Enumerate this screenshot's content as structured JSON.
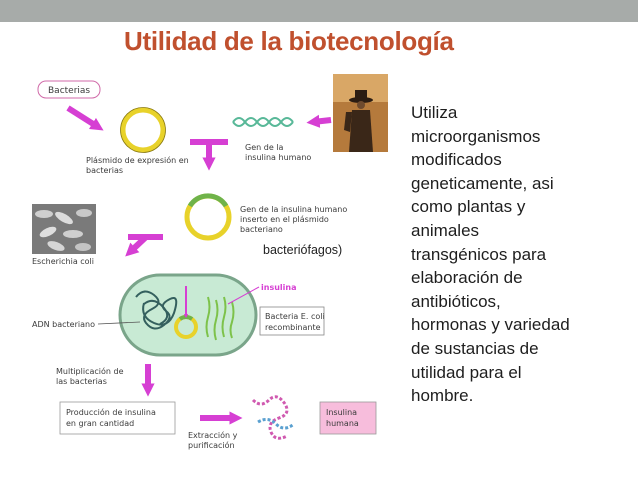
{
  "slide": {
    "title": "Utilidad de la biotecnología",
    "body_lines": [
      "Utiliza",
      "microorganismos",
      "modificados",
      "geneticamente,  asi",
      "como plantas y",
      "animales",
      "transgénicos para",
      "elaboración de",
      "antibióticos,",
      "hormonas y variedad",
      "de sustancias de",
      "utilidad para el",
      "hombre."
    ],
    "overlay_label": "bacteriófagos)"
  },
  "diagram": {
    "bacterias": "Bacterias",
    "plasmid_label": [
      "Plásmido de expresión en",
      "bacterias"
    ],
    "gene_label": [
      "Gen de la",
      "insulina humano"
    ],
    "inserted_label": [
      "Gen de la insulina humano",
      "inserto en el plásmido",
      "bacteriano"
    ],
    "ecoli_label": "Escherichia coli",
    "insulina": "insulina",
    "adn_label": "ADN bacteriano",
    "recombinant_label": [
      "Bacteria E. coli",
      "recombinante"
    ],
    "multiplicacion_label": [
      "Multiplicación de",
      "las bacterias"
    ],
    "produccion_label": [
      "Producción de insulina",
      "en gran cantidad"
    ],
    "extraccion_label": [
      "Extracción y",
      "purificación"
    ],
    "insulina_humana_label": [
      "Insulina",
      "humana"
    ]
  },
  "colors": {
    "title": "#c0502e",
    "top_bar": "#a7aba9",
    "arrow": "#d63fd3",
    "plasmid": "#e8d22a",
    "plasmid_insert": "#6fb34a",
    "dna_helix": "#58b898",
    "cell_fill": "#c8ead4",
    "dna_coil": "#34605e",
    "label_pink": "#f7bddc"
  },
  "icons": [
    "arrow-icon",
    "plasmid-icon",
    "dna-helix-icon",
    "cowboy-photo",
    "ecoli-micrograph",
    "bacterium-cell-icon",
    "insulin-strand-icon"
  ]
}
